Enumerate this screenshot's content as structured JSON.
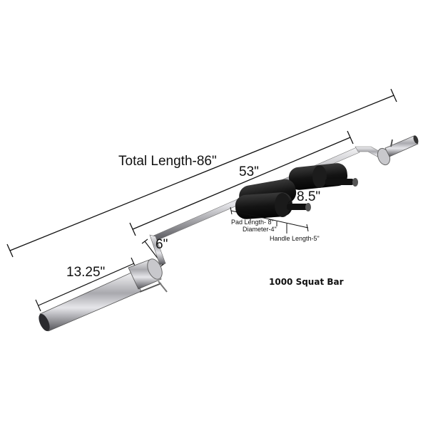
{
  "product": {
    "title": "1000 Squat Bar"
  },
  "dimensions": {
    "total_length": "Total Length-86\"",
    "center_length": "53\"",
    "sleeve_length": "13.25\"",
    "offset": "6\"",
    "pad_spacing": "8.5\"",
    "pad_length": "Pad Length- 8\"",
    "diameter": "Diameter-4\"",
    "handle_length": "Handle Length-5\""
  },
  "colors": {
    "background": "#ffffff",
    "chrome": "#b8b8bc",
    "chrome_dark": "#6e6e74",
    "pad": "#141414",
    "annotation": "#111111"
  }
}
